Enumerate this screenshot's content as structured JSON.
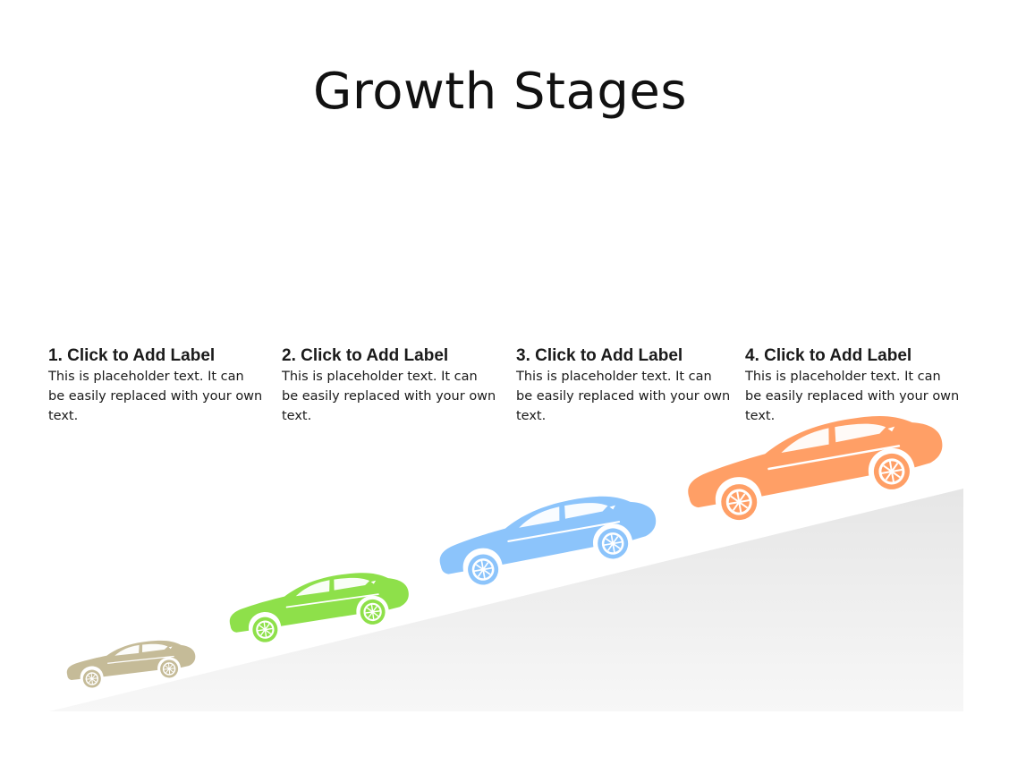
{
  "title": "Growth Stages",
  "stages": [
    {
      "label": "1. Click to Add Label",
      "text": "This is placeholder text. It can be easily replaced with your own text.",
      "color": "#c5bb98"
    },
    {
      "label": "2. Click to Add Label",
      "text": "This is placeholder text. It can be easily replaced with your own text.",
      "color": "#8ee04a"
    },
    {
      "label": "3. Click to Add Label",
      "text": "This is placeholder text. It can be easily replaced with your own text.",
      "color": "#8cc4fb"
    },
    {
      "label": "4. Click to Add Label",
      "text": "This is placeholder text. It can be easily replaced with your own text.",
      "color": "#ff9f66"
    }
  ],
  "icons": [
    "car-icon",
    "car-icon",
    "car-icon",
    "car-icon"
  ],
  "ramp_color": "#e8e8e8"
}
